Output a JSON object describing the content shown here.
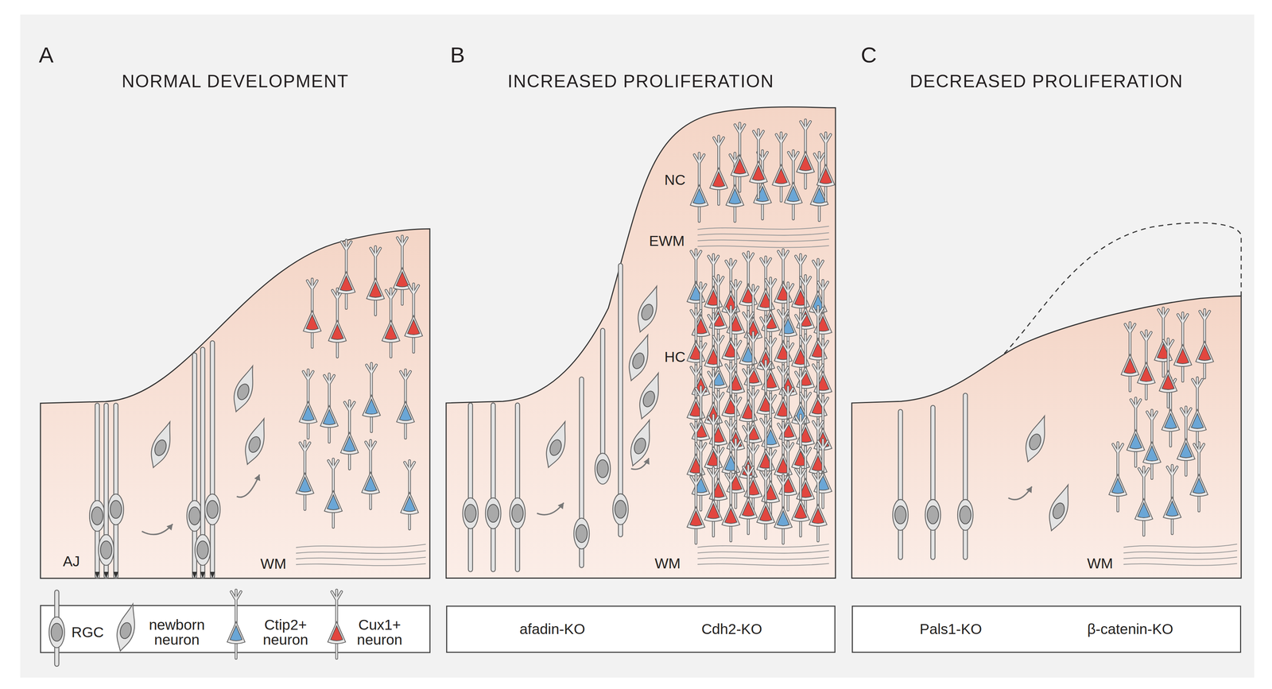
{
  "diagram": {
    "nodes": [
      {
        "text": [
          "AJ",
          "WM"
        ]
      },
      {
        "text": [
          "NC",
          "EWM",
          "HC",
          "WM"
        ]
      },
      {
        "text": [
          "afadin-KO",
          "Cdh2-KO"
        ]
      },
      {
        "text": [
          "WM"
        ]
      },
      {
        "text": [
          "Pals1-KO",
          "β-catenin-KO"
        ]
      }
    ],
    "labels": [
      "A",
      "NORMAL DEVELOPMENT",
      "B",
      "INCREASED PROLIFERATION",
      "C",
      "DECREASED PROLIFERATION"
    ],
    "legend": [
      {
        "text": "RGC"
      },
      {
        "text": "newborn neuron"
      },
      {
        "text": "Ctip2+ neuron"
      },
      {
        "text": "Cux1+ neuron"
      }
    ]
  }
}
